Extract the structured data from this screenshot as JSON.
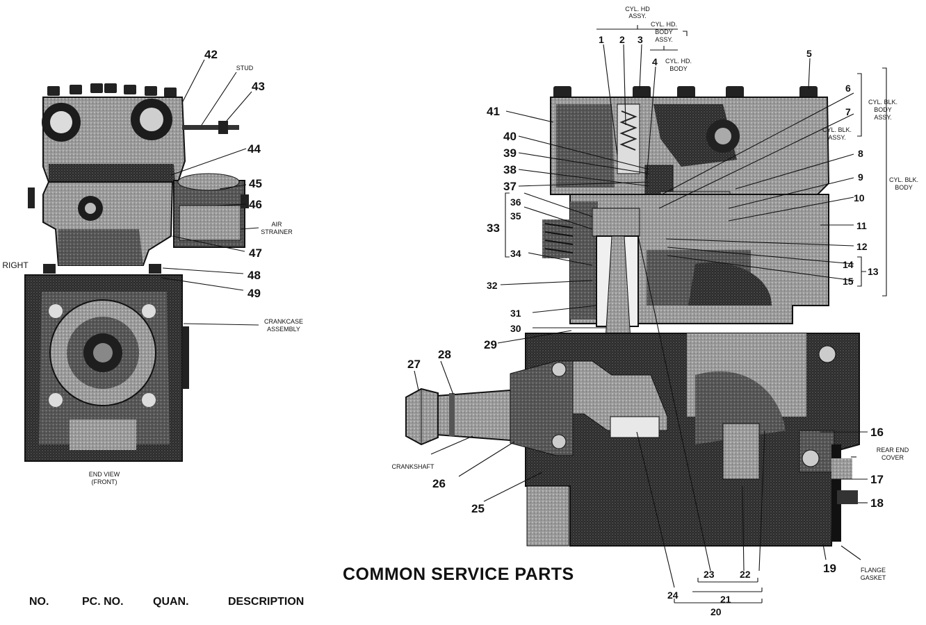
{
  "heading": "COMMON SERVICE PARTS",
  "table_headers": [
    "NO.",
    "PC. NO.",
    "QUAN.",
    "DESCRIPTION"
  ],
  "views": {
    "end_view": [
      "END VIEW",
      "(FRONT)"
    ],
    "side_label": "RIGHT"
  },
  "assembly_labels": {
    "cyl_hd_assy": [
      "CYL. HD",
      "ASSY."
    ],
    "cyl_hd_body_assy": [
      "CYL. HD.",
      "BODY",
      "ASSY."
    ],
    "cyl_hd_body": [
      "CYL. HD.",
      "BODY"
    ],
    "cyl_blk_body_assy": [
      "CYL. BLK.",
      "BODY",
      "ASSY."
    ],
    "cyl_blk_assy": [
      "CYL. BLK.",
      "ASSY."
    ],
    "cyl_blk_body": [
      "CYL. BLK.",
      "BODY"
    ],
    "stud": [
      "STUD"
    ],
    "air_strainer": [
      "AIR",
      "STRAINER"
    ],
    "crankcase_assembly": [
      "CRANKCASE",
      "ASSEMBLY"
    ],
    "crankshaft": [
      "CRANKSHAFT"
    ],
    "rear_end_cover": [
      "REAR END",
      "COVER"
    ],
    "flange_gasket": [
      "FLANGE",
      "GASKET"
    ]
  },
  "callouts": [
    "1",
    "2",
    "3",
    "4",
    "5",
    "6",
    "7",
    "8",
    "9",
    "10",
    "11",
    "12",
    "13",
    "14",
    "15",
    "16",
    "17",
    "18",
    "19",
    "20",
    "21",
    "22",
    "23",
    "24",
    "25",
    "26",
    "27",
    "28",
    "29",
    "30",
    "31",
    "32",
    "33",
    "34",
    "35",
    "36",
    "37",
    "38",
    "39",
    "40",
    "41",
    "42",
    "43",
    "44",
    "45",
    "46",
    "47",
    "48",
    "49"
  ]
}
